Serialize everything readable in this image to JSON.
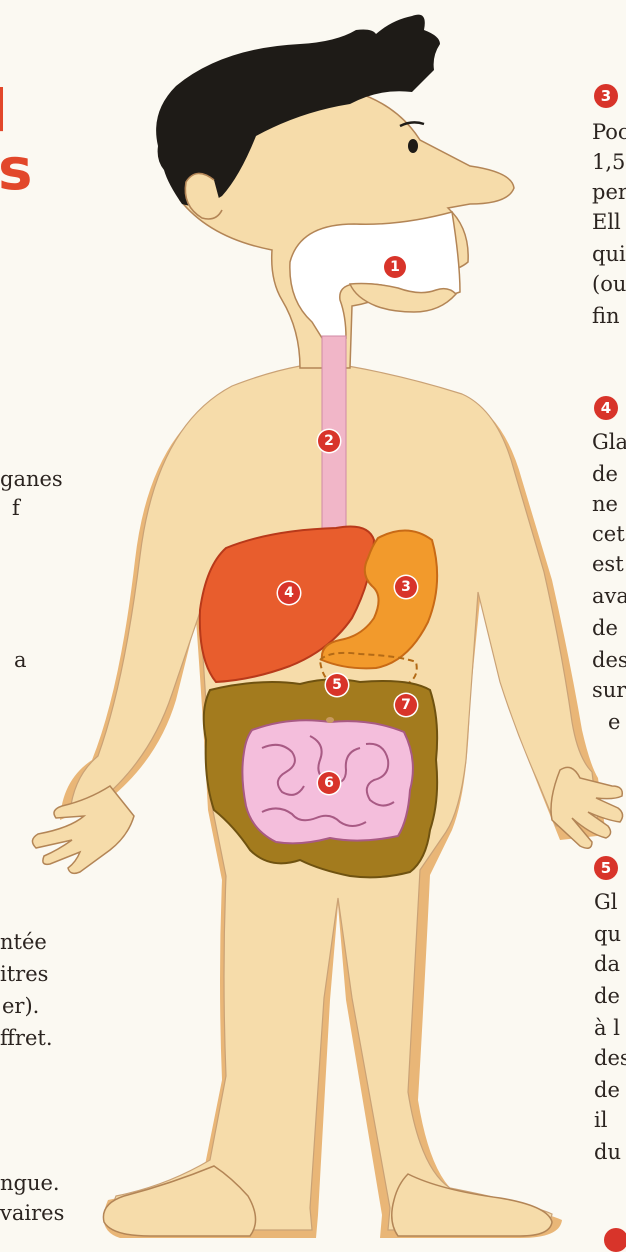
{
  "title_fragments": [
    "l",
    "s"
  ],
  "left_column": [
    "ganes",
    "f",
    "a",
    "ntée",
    "itres",
    "er).",
    "ffret.",
    "ngue.",
    "vaires"
  ],
  "right_column": {
    "section_3": {
      "badge": "3",
      "lines": [
        "Poc",
        "1,5",
        "per",
        "Ell",
        "qui",
        "(ou",
        "fin"
      ]
    },
    "section_4": {
      "badge": "4",
      "lines": [
        "Gla",
        "de",
        "ne",
        "cet",
        "est",
        "ava",
        "de",
        "des",
        "sur",
        "e"
      ]
    },
    "section_5": {
      "badge": "5",
      "lines": [
        "Gl",
        "qu",
        "da",
        "de",
        "à l",
        "des",
        "de",
        "il",
        "du"
      ]
    }
  },
  "diagram_labels": [
    "1",
    "2",
    "3",
    "4",
    "5",
    "6",
    "7"
  ],
  "colors": {
    "skin": "#f6dcaa",
    "skin_shadow": "#e9b677",
    "hair": "#1e1b17",
    "liver": "#e85d2d",
    "stomach": "#f29a2c",
    "large_intestine": "#a37b1e",
    "small_intestine": "#f4bedc",
    "esophagus": "#f1b6c8",
    "badge": "#d8342a",
    "title_accent": "#e2472a"
  }
}
